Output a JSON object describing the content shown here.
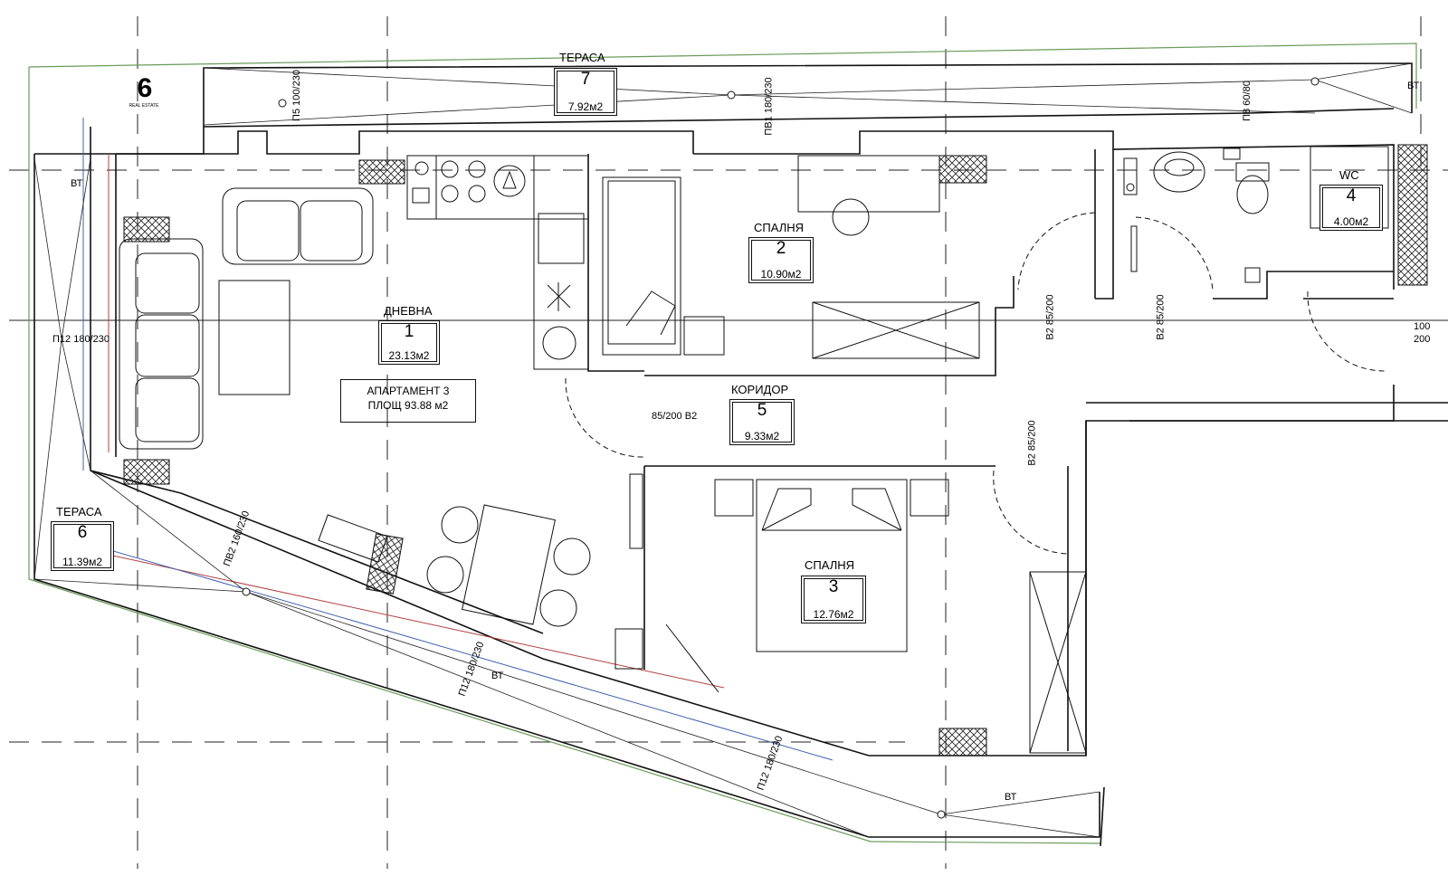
{
  "logo": {
    "mark": "6",
    "text": "REAL ESTATE"
  },
  "apartment": {
    "title": "АПАРТАМЕНТ 3",
    "area": "ПЛОЩ 93.88 м2"
  },
  "rooms": [
    {
      "name": "ДНЕВНА",
      "number": "1",
      "area": "23.13м2"
    },
    {
      "name": "СПАЛНЯ",
      "number": "2",
      "area": "10.90м2"
    },
    {
      "name": "СПАЛНЯ",
      "number": "3",
      "area": "12.76м2"
    },
    {
      "name": "WC",
      "number": "4",
      "area": "4.00м2"
    },
    {
      "name": "КОРИДОР",
      "number": "5",
      "area": "9.33м2"
    },
    {
      "name": "ТЕРАСА",
      "number": "6",
      "area": "11.39м2"
    },
    {
      "name": "ТЕРАСА",
      "number": "7",
      "area": "7.92м2"
    }
  ],
  "openings": [
    {
      "code": "П5",
      "w": "100",
      "h": "230"
    },
    {
      "code": "ПВ1",
      "w": "180",
      "h": "230"
    },
    {
      "code": "П8",
      "w": "60",
      "h": "80"
    },
    {
      "code": "П12",
      "w": "180",
      "h": "230"
    },
    {
      "code": "ПВ2",
      "w": "160",
      "h": "230"
    },
    {
      "code": "П12",
      "w": "180",
      "h": "230"
    },
    {
      "code": "П12",
      "w": "180",
      "h": "230"
    },
    {
      "code": "В2",
      "w": "85",
      "h": "200"
    },
    {
      "code": "В2",
      "w": "85",
      "h": "200"
    },
    {
      "code": "В2",
      "w": "85",
      "h": "200"
    },
    {
      "code": "В2",
      "w": "85",
      "h": "200"
    }
  ],
  "entry": {
    "w": "100",
    "h": "200"
  },
  "drain": "ВТ"
}
